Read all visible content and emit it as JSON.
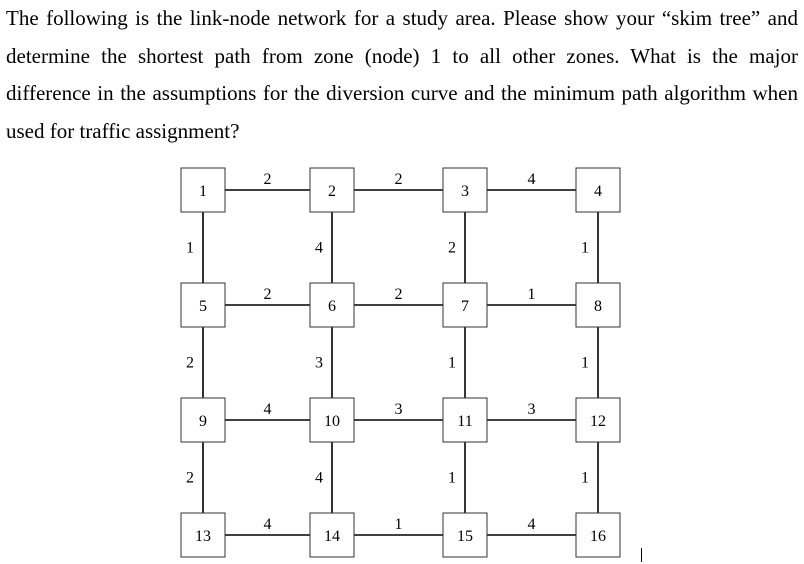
{
  "question": {
    "text": "The following is the link-node network for a study area. Please show your “skim tree” and determine the shortest path from zone (node) 1 to all other zones. What is the major difference in the assumptions for the diversion curve and the minimum path algorithm when used for traffic assignment?"
  },
  "network": {
    "nodes": [
      {
        "id": "1"
      },
      {
        "id": "2"
      },
      {
        "id": "3"
      },
      {
        "id": "4"
      },
      {
        "id": "5"
      },
      {
        "id": "6"
      },
      {
        "id": "7"
      },
      {
        "id": "8"
      },
      {
        "id": "9"
      },
      {
        "id": "10"
      },
      {
        "id": "11"
      },
      {
        "id": "12"
      },
      {
        "id": "13"
      },
      {
        "id": "14"
      },
      {
        "id": "15"
      },
      {
        "id": "16"
      }
    ],
    "links": [
      {
        "from": "1",
        "to": "2",
        "weight": "2"
      },
      {
        "from": "2",
        "to": "3",
        "weight": "2"
      },
      {
        "from": "3",
        "to": "4",
        "weight": "4"
      },
      {
        "from": "5",
        "to": "6",
        "weight": "2"
      },
      {
        "from": "6",
        "to": "7",
        "weight": "2"
      },
      {
        "from": "7",
        "to": "8",
        "weight": "1"
      },
      {
        "from": "9",
        "to": "10",
        "weight": "4"
      },
      {
        "from": "10",
        "to": "11",
        "weight": "3"
      },
      {
        "from": "11",
        "to": "12",
        "weight": "3"
      },
      {
        "from": "13",
        "to": "14",
        "weight": "4"
      },
      {
        "from": "14",
        "to": "15",
        "weight": "1"
      },
      {
        "from": "15",
        "to": "16",
        "weight": "4"
      },
      {
        "from": "1",
        "to": "5",
        "weight": "1"
      },
      {
        "from": "2",
        "to": "6",
        "weight": "4"
      },
      {
        "from": "3",
        "to": "7",
        "weight": "2"
      },
      {
        "from": "4",
        "to": "8",
        "weight": "1"
      },
      {
        "from": "5",
        "to": "9",
        "weight": "2"
      },
      {
        "from": "6",
        "to": "10",
        "weight": "3"
      },
      {
        "from": "7",
        "to": "11",
        "weight": "1"
      },
      {
        "from": "8",
        "to": "12",
        "weight": "1"
      },
      {
        "from": "9",
        "to": "13",
        "weight": "2"
      },
      {
        "from": "10",
        "to": "14",
        "weight": "4"
      },
      {
        "from": "11",
        "to": "15",
        "weight": "1"
      },
      {
        "from": "12",
        "to": "16",
        "weight": "1"
      }
    ]
  }
}
